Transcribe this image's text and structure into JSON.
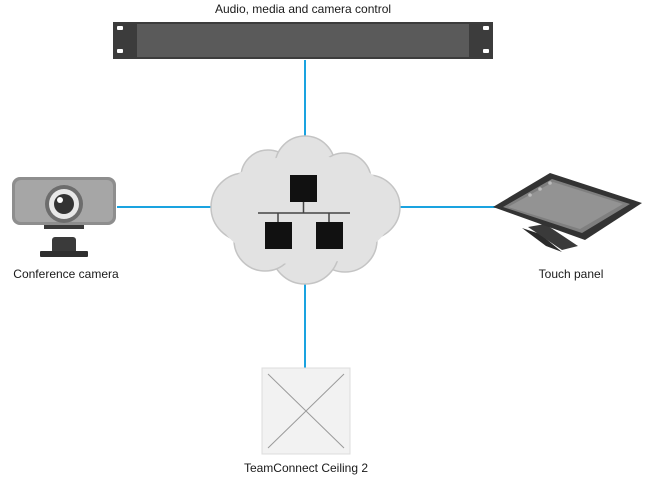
{
  "diagram": {
    "nodes": {
      "control": {
        "label": "Audio, media and camera control",
        "icon": "rack-unit-icon"
      },
      "camera": {
        "label": "Conference camera",
        "icon": "webcam-icon"
      },
      "panel": {
        "label": "Touch panel",
        "icon": "tablet-icon"
      },
      "ceiling": {
        "label": "TeamConnect Ceiling 2",
        "icon": "ceiling-microphone-icon"
      },
      "network": {
        "icon": "network-cloud-icon"
      }
    },
    "colors": {
      "link": "#1aa3e0",
      "cloud": "#e2e2e2",
      "cloud_edge": "#bdbdbd",
      "switch": "#111111",
      "rack": "#3c3c3c",
      "ceiling": "#f2f2f2"
    }
  }
}
